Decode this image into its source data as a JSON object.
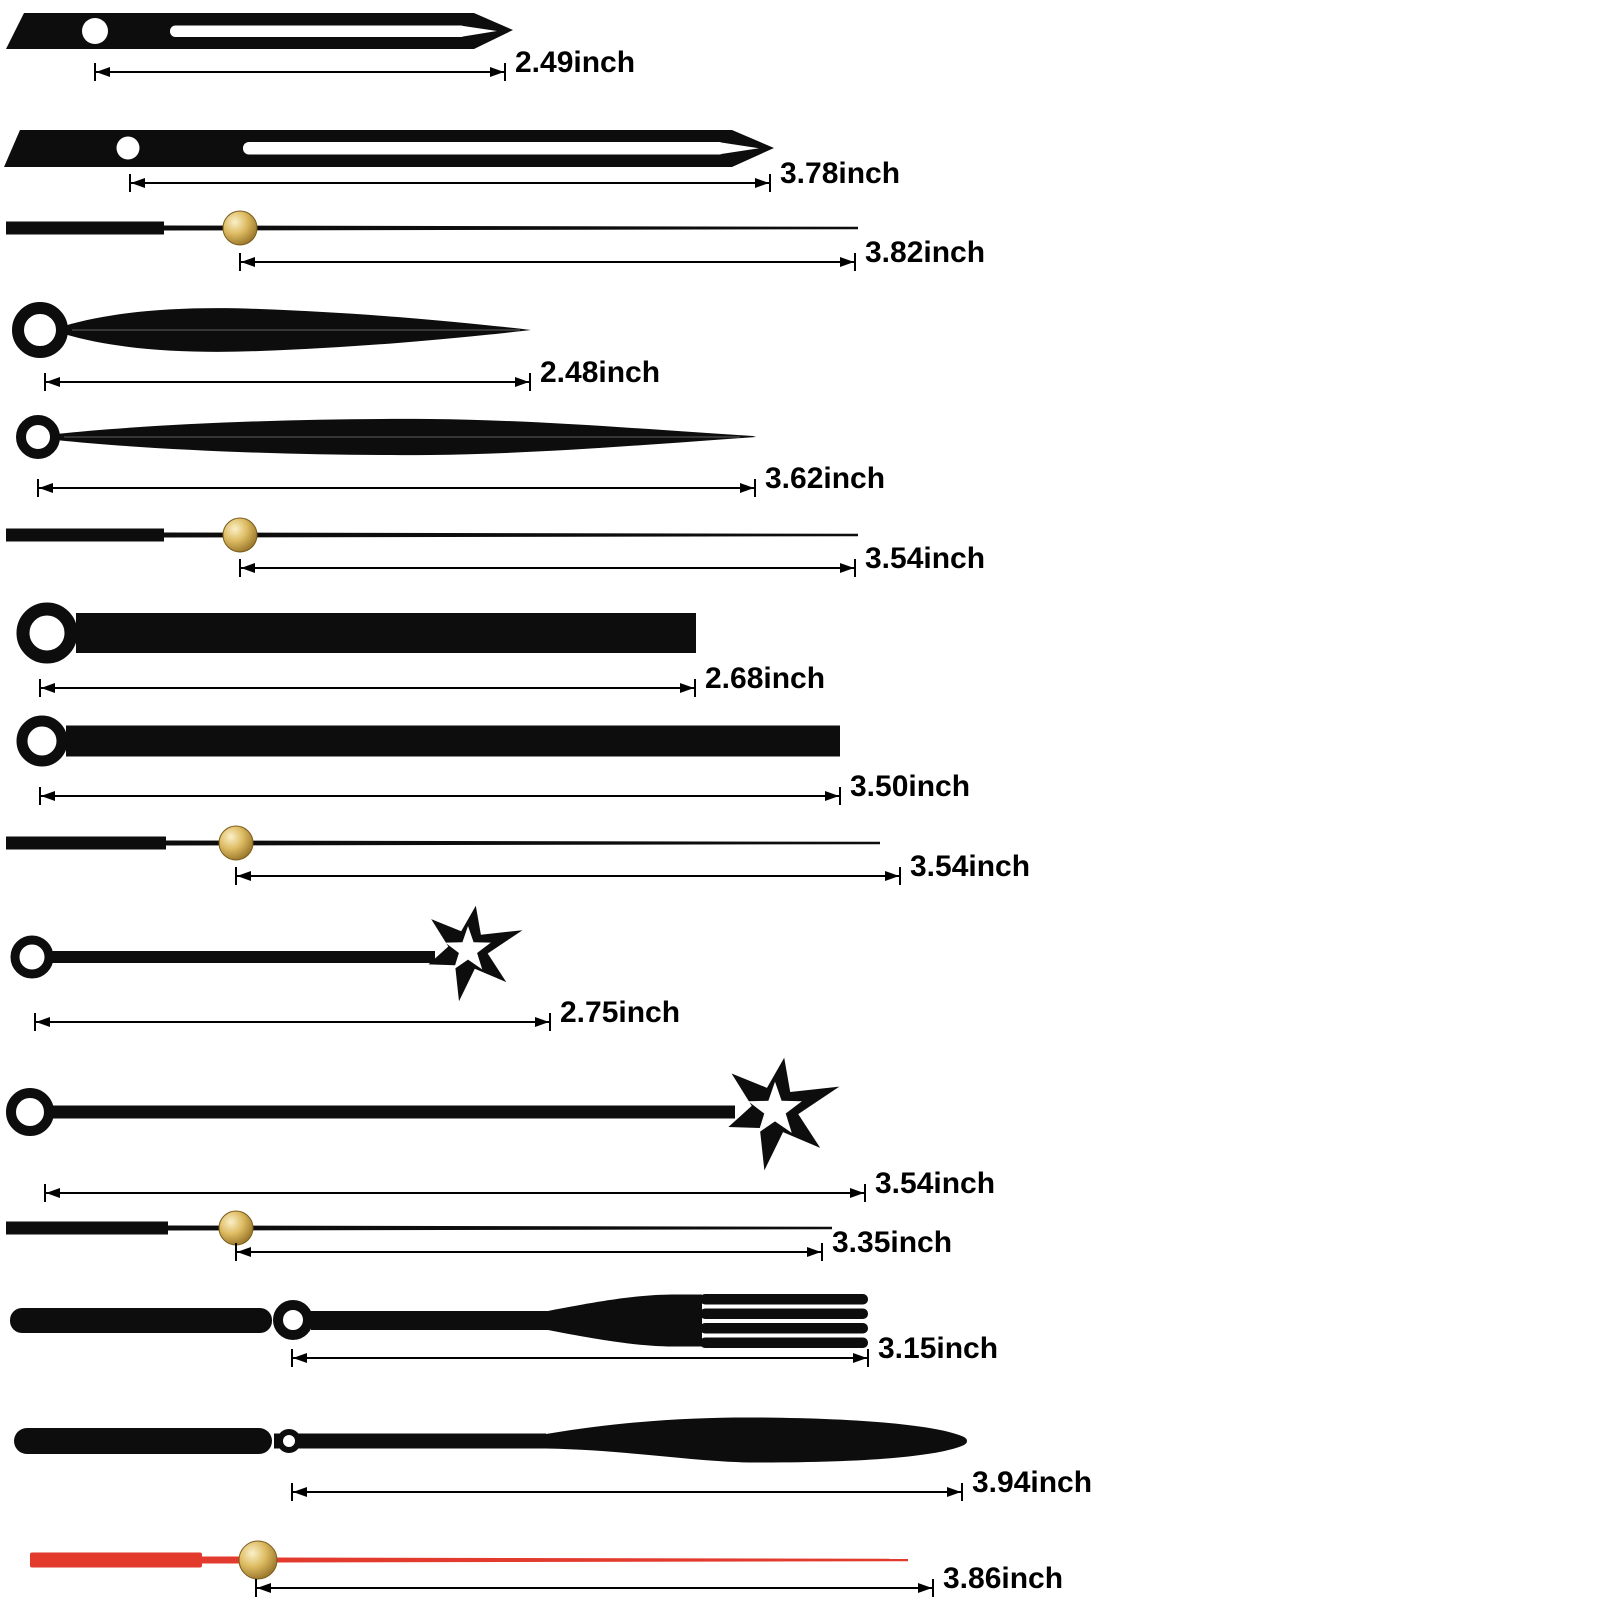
{
  "page": {
    "background": "#ffffff"
  },
  "colors": {
    "hand_black": "#0d0d0d",
    "hand_red": "#e23a2c",
    "brass_hub": "#d7b45c",
    "label_text": "#000000"
  },
  "hands": [
    {
      "type": "hour-hand-slotted",
      "measurement": "2.49inch"
    },
    {
      "type": "minute-hand-slotted",
      "measurement": "3.78inch"
    },
    {
      "type": "second-hand-brass-hub",
      "measurement": "3.82inch"
    },
    {
      "type": "hour-hand-leaf",
      "measurement": "2.48inch"
    },
    {
      "type": "minute-hand-leaf",
      "measurement": "3.62inch"
    },
    {
      "type": "second-hand-brass-hub",
      "measurement": "3.54inch"
    },
    {
      "type": "hour-hand-bar",
      "measurement": "2.68inch"
    },
    {
      "type": "minute-hand-bar",
      "measurement": "3.50inch"
    },
    {
      "type": "second-hand-brass-hub",
      "measurement": "3.54inch"
    },
    {
      "type": "hour-hand-star",
      "measurement": "2.75inch"
    },
    {
      "type": "minute-hand-star",
      "measurement": "3.54inch"
    },
    {
      "type": "second-hand-brass-hub",
      "measurement": "3.35inch"
    },
    {
      "type": "fork-hand",
      "measurement": "3.15inch"
    },
    {
      "type": "knife-hand",
      "measurement": "3.94inch"
    },
    {
      "type": "red-second-hand",
      "measurement": "3.86inch"
    }
  ]
}
